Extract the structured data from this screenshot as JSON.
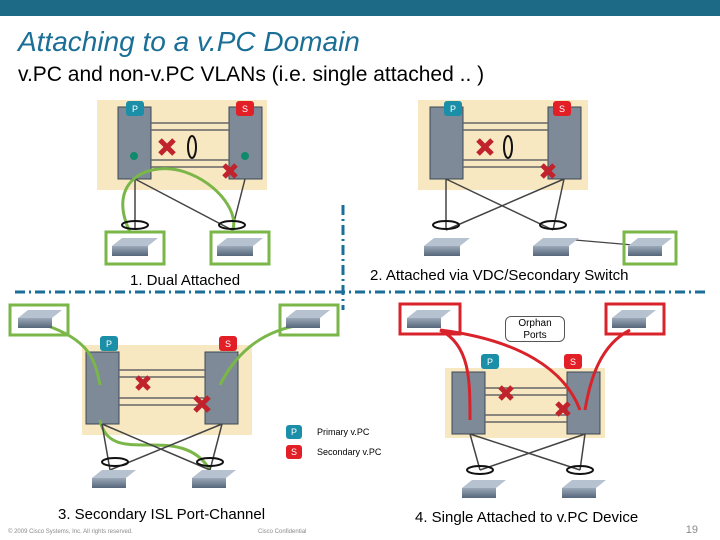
{
  "header": {
    "title": "Attaching to a v.PC Domain",
    "subtitle": "v.PC and non-v.PC VLANs (i.e. single attached .. )"
  },
  "quadrants": {
    "q1": "1. Dual Attached",
    "q2": "2. Attached via VDC/Secondary Switch",
    "q3": "3. Secondary ISL Port-Channel",
    "q4": "4. Single Attached to v.PC Device"
  },
  "badges": {
    "primary": "P",
    "secondary": "S"
  },
  "callout": {
    "orphan_line1": "Orphan",
    "orphan_line2": "Ports"
  },
  "legend": [
    {
      "badge": "P",
      "text": "Primary v.PC"
    },
    {
      "badge": "S",
      "text": "Secondary v.PC"
    }
  ],
  "footer": {
    "copyright": "© 2009 Cisco Systems, Inc. All rights reserved.",
    "confidential": "Cisco Confidential",
    "page": "19"
  },
  "colors": {
    "header_bar": "#1d6a86",
    "title": "#1b6f96",
    "primary": "#1b8fa8",
    "secondary": "#e21f26",
    "single_attached_link": "#7ab648",
    "orphan_link": "#d9232b",
    "device_panel": "#f7e8c2",
    "divider": "#1a6e99"
  }
}
